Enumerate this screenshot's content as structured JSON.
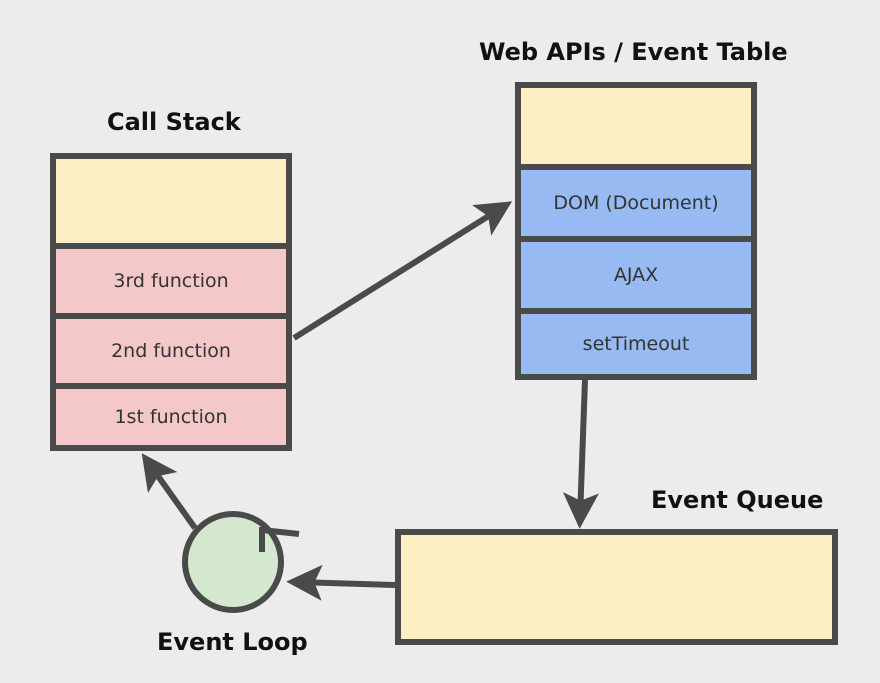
{
  "call_stack": {
    "title": "Call Stack",
    "items": [
      "3rd function",
      "2nd function",
      "1st function"
    ]
  },
  "web_apis": {
    "title": "Web APIs / Event Table",
    "items": [
      "DOM (Document)",
      "AJAX",
      "setTimeout"
    ]
  },
  "event_queue": {
    "title": "Event Queue"
  },
  "event_loop": {
    "label": "Event Loop"
  },
  "colors": {
    "background": "#ececec",
    "border": "#4a4a4a",
    "empty_slot": "#fcefc3",
    "stack_item": "#f4c7c9",
    "api_item": "#98baf2",
    "loop_circle": "#d3e8cf"
  }
}
